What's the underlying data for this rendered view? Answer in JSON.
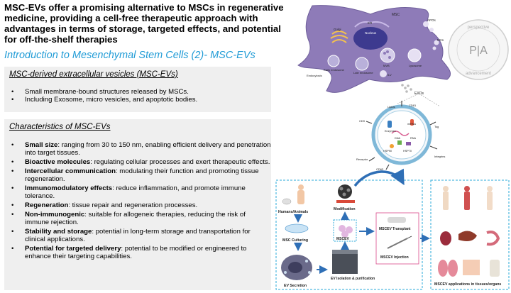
{
  "slide": {
    "title": "MSC-EVs offer a promising alternative to MSCs in regenerative medicine, providing a cell-free therapeutic approach with advantages in terms of storage, targeted effects, and potential for off-the-shelf therapies",
    "subtitle": "Introduction to Mesenchymal Stem Cells (2)- MSC-EVs"
  },
  "box1": {
    "heading": "MSC-derived extracellular vesicles (MSC-EVs)",
    "items": [
      "Small membrane-bound structures released by MSCs.",
      "Including Exosome, micro vesicles, and apoptotic bodies."
    ]
  },
  "box2": {
    "heading": "Characteristics of MSC-EVs",
    "items": [
      {
        "bold": "Small size",
        "rest": ": ranging from 30 to 150 nm, enabling efficient delivery and penetration into target tissues."
      },
      {
        "bold": "Bioactive molecules",
        "rest": ": regulating cellular processes and exert therapeutic effects."
      },
      {
        "bold": "Intercellular communication",
        "rest": ": modulating their function and promoting tissue regeneration."
      },
      {
        "bold": "Immunomodulatory effects",
        "rest": ": reduce inflammation, and promote immune tolerance."
      },
      {
        "bold": "Regeneration",
        "rest": ": tissue repair and regeneration processes."
      },
      {
        "bold": "Non-immunogenic",
        "rest": ": suitable for allogeneic therapies, reducing the risk of immune rejection."
      },
      {
        "bold": "Stability and storage",
        "rest": ": potential in long-term storage and transportation for clinical applications."
      },
      {
        "bold": "Potential for targeted delivery",
        "rest": ": potential to be modified or engineered to enhance their targeting capabilities."
      }
    ]
  },
  "cell_figure": {
    "labels": {
      "msc": "MSC",
      "er": "ER",
      "golgi": "Golgi",
      "nucleus": "Nucleus",
      "apos": "APOs",
      "mvs": "MVs",
      "early_endosome": "Early endosome",
      "late_endosome": "Late endosome",
      "mvb": "MVB",
      "lysosome": "Lysosome",
      "ilv": "ILV",
      "endocytosis": "Endocytosis",
      "exos": "EXOs"
    }
  },
  "logo": {
    "monogram": "P|A",
    "arc_top": "perspective",
    "arc_bottom": "advancement"
  },
  "exosome_figure": {
    "labels": {
      "lipids": "Lipids",
      "cd81": "CD81",
      "cd9": "CD9",
      "mirna": "miRNA",
      "enzymes": "Enzymes",
      "dna": "DNA",
      "rna": "RNA",
      "hsp90": "HSP90",
      "hsp70": "HSP70",
      "tsg": "Tsg",
      "receptor": "Receptor",
      "integrins": "Integrins",
      "cd63": "CD63"
    }
  },
  "workflow": {
    "humans_animals": "Humans/Animals",
    "msc_culturing": "MSC Culturing",
    "ev_secretion": "EV Secretion",
    "modification": "Modification",
    "mscev": "MSCEV",
    "ev_isolation": "EV Isolation & purification",
    "transplant": "MSCEV Transplant",
    "injection": "MSCEV Injection",
    "applications": "MSCEV applications in tissues/organs"
  },
  "colors": {
    "subtitle_blue": "#1f9bd6",
    "cell_purple": "#8e7bb8",
    "box_border_blue": "#2aa8d8",
    "arrow_blue": "#2f6fb6"
  }
}
